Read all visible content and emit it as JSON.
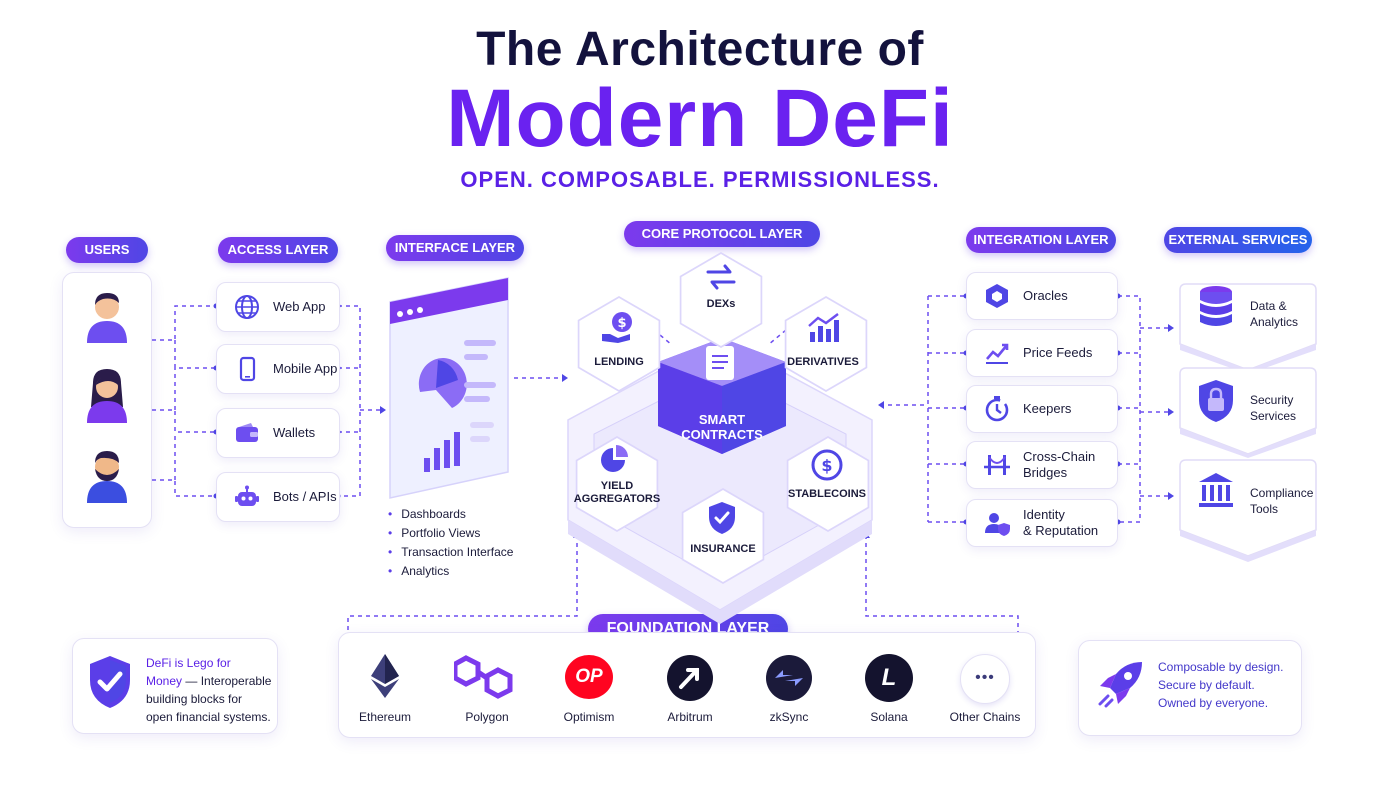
{
  "title_line1": "The Architecture of",
  "title_line2": "Modern DeFi",
  "tagline": "OPEN. COMPOSABLE. PERMISSIONLESS.",
  "layers": {
    "users": "USERS",
    "access": "ACCESS LAYER",
    "interface": "INTERFACE LAYER",
    "core": "CORE PROTOCOL LAYER",
    "integration": "INTEGRATION LAYER",
    "external": "EXTERNAL SERVICES",
    "foundation": "FOUNDATION LAYER"
  },
  "access_items": [
    {
      "label": "Web App",
      "icon": "globe-icon"
    },
    {
      "label": "Mobile App",
      "icon": "mobile-icon"
    },
    {
      "label": "Wallets",
      "icon": "wallet-icon"
    },
    {
      "label": "Bots / APIs",
      "icon": "robot-icon"
    }
  ],
  "interface_items": [
    "Dashboards",
    "Portfolio Views",
    "Transaction Interface",
    "Analytics"
  ],
  "core": {
    "center_line1": "SMART",
    "center_line2": "CONTRACTS",
    "modules": [
      {
        "label": "DEXs",
        "icon": "swap-icon"
      },
      {
        "label": "LENDING",
        "icon": "lending-icon"
      },
      {
        "label": "DERIVATIVES",
        "icon": "chart-up-icon"
      },
      {
        "label_line1": "YIELD",
        "label_line2": "AGGREGATORS",
        "icon": "pie-icon"
      },
      {
        "label": "STABLECOINS",
        "icon": "dollar-coin-icon"
      },
      {
        "label": "INSURANCE",
        "icon": "shield-check-icon"
      }
    ]
  },
  "integration_items": [
    {
      "line1": "Oracles",
      "line2": "",
      "icon": "oracle-hex-icon"
    },
    {
      "line1": "Price Feeds",
      "line2": "",
      "icon": "price-chart-icon"
    },
    {
      "line1": "Keepers",
      "line2": "",
      "icon": "timer-icon"
    },
    {
      "line1": "Cross-Chain",
      "line2": "Bridges",
      "icon": "bridge-icon"
    },
    {
      "line1": "Identity",
      "line2": "& Reputation",
      "icon": "identity-icon"
    }
  ],
  "external_items": [
    {
      "line1": "Data &",
      "line2": "Analytics",
      "icon": "database-icon"
    },
    {
      "line1": "Security",
      "line2": "Services",
      "icon": "security-lock-icon"
    },
    {
      "line1": "Compliance",
      "line2": "Tools",
      "icon": "bank-icon"
    }
  ],
  "chains": [
    {
      "label": "Ethereum",
      "icon": "ethereum-icon"
    },
    {
      "label": "Polygon",
      "icon": "polygon-icon"
    },
    {
      "label": "Optimism",
      "icon": "optimism-icon",
      "mark": "OP"
    },
    {
      "label": "Arbitrum",
      "icon": "arbitrum-icon"
    },
    {
      "label": "zkSync",
      "icon": "zksync-icon"
    },
    {
      "label": "Solana",
      "icon": "solana-icon",
      "mark": "L"
    },
    {
      "label": "Other Chains",
      "icon": "more-icon",
      "mark": "•••"
    }
  ],
  "left_note": {
    "line1": "DeFi is Lego for",
    "line2_em": "Money",
    "line2_rest": " — Interoperable",
    "line3": "building blocks for",
    "line4": "open financial systems."
  },
  "right_note": [
    "Composable by design.",
    "Secure by default.",
    "Owned by everyone."
  ],
  "colors": {
    "accent": "#6a22f0",
    "navy": "#13123d",
    "blue": "#4f46e5"
  }
}
